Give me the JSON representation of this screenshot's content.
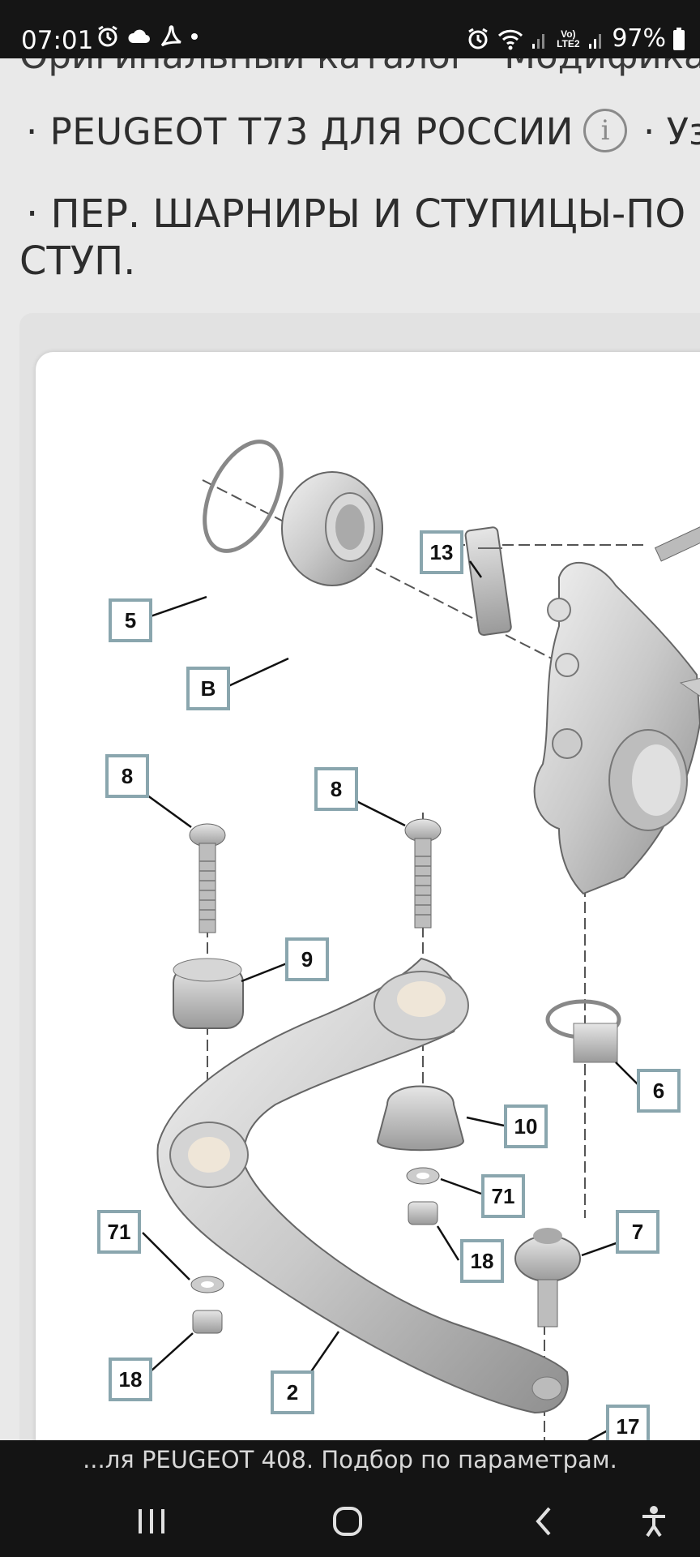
{
  "status_bar": {
    "time": "07:01",
    "battery": "97%",
    "network_label": "Vo) LTE2",
    "left_icons": [
      "alarm-icon",
      "cloud-icon",
      "acrobat-icon",
      "dot-icon"
    ],
    "right_icons": [
      "alarm-icon",
      "wifi-icon",
      "signal-icon",
      "signal-icon",
      "battery-icon"
    ]
  },
  "page": {
    "cut_top_line": "Оригинальный каталог · Модификаци",
    "breadcrumb_1": "· PEUGEOT T73 ДЛЯ РОССИИ",
    "breadcrumb_1_next": "· Уз",
    "breadcrumb_2_line1": "· ПЕР. ШАРНИРЫ И СТУПИЦЫ-ПО",
    "breadcrumb_2_line2": "СТУП."
  },
  "diagram": {
    "labels": [
      "5",
      "B",
      "13",
      "8",
      "8",
      "9",
      "6",
      "10",
      "71",
      "71",
      "7",
      "18",
      "18",
      "2",
      "17"
    ]
  },
  "bottom": {
    "caption": "...ля PEUGEOT 408. Подбор по параметрам.",
    "nav_icons": [
      "recents-icon",
      "home-icon",
      "back-icon",
      "accessibility-icon"
    ]
  }
}
